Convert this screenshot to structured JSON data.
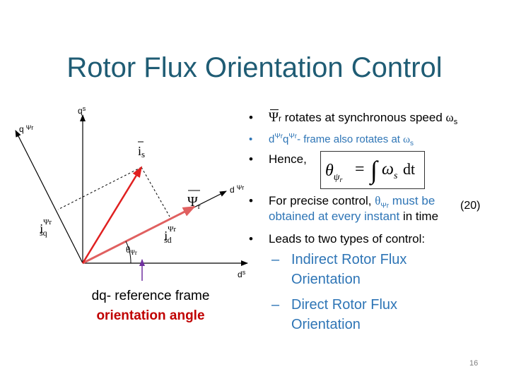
{
  "title": "Rotor Flux Orientation Control",
  "diagram": {
    "qs_label": "q",
    "qs_sup": "s",
    "ds_label": "d",
    "ds_sup": "s",
    "qpsi_label": "q",
    "qpsi_sup": "Ψr",
    "dpsi_label": "d",
    "dpsi_sup": "Ψr",
    "is_label": "i",
    "is_sub": "s",
    "psi_label": "Ψ",
    "psi_sub": "r",
    "isd_label": "i",
    "isd_sup": "Ψr",
    "isd_sub": "sd",
    "isq_label": "i",
    "isq_sup": "Ψr",
    "isq_sub": "sq",
    "theta_label": "θ",
    "theta_sub": "Ψr"
  },
  "caption": {
    "line1": "dq- reference frame",
    "line2": "orientation angle"
  },
  "bullets": {
    "b1_psi": "Ψ",
    "b1_psi_sub": "r",
    "b1_text": " rotates at synchronous speed ",
    "b1_omega": "ω",
    "b1_omega_sub": "s",
    "b2_d": "d",
    "b2_sup1": "Ψr",
    "b2_q": "q",
    "b2_sup2": "Ψr",
    "b2_text": "- frame also rotates at ",
    "b2_omega": "ω",
    "b2_omega_sub": "s",
    "b3_text": "Hence,",
    "b4_text1": "For precise control, ",
    "b4_theta": "θ",
    "b4_theta_sub": "Ψr",
    "b4_text2": " must be",
    "b4_line2a": "obtained at every instant",
    "b4_line2b": " in time",
    "b5_text": "Leads to two types of control:",
    "sub1_line1": "Indirect Rotor Flux",
    "sub1_line2": "Orientation",
    "sub2_line1": "Direct Rotor Flux",
    "sub2_line2": "Orientation",
    "dash": "–",
    "bullet": "•"
  },
  "formula": {
    "theta": "θ",
    "theta_sub": "ψ",
    "theta_subsub": "r",
    "equals": "=",
    "integral": "∫",
    "omega": "ω",
    "omega_sub": "s",
    "dt": "dt"
  },
  "equation_number": "(20)",
  "page_number": "16",
  "colors": {
    "title": "#1f5c74",
    "is_vector": "#e02020",
    "psi_vector": "#e06060",
    "theta_arrow": "#7030a0",
    "accent_text": "#2e75b6",
    "caption_red": "#c00000"
  }
}
